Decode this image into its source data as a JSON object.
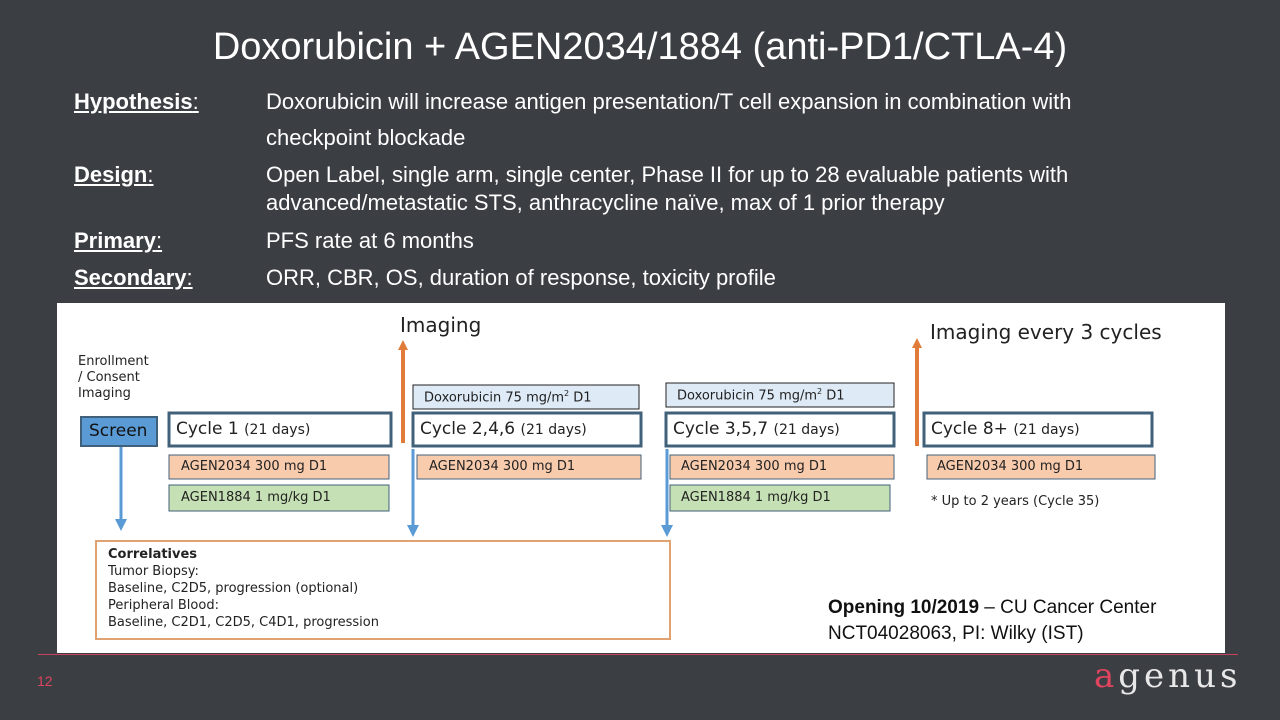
{
  "title": "Doxorubicin + AGEN2034/1884 (anti-PD1/CTLA-4)",
  "info": {
    "hypothesis": {
      "label": "Hypothesis",
      "colon": ":",
      "line1": "Doxorubicin will increase antigen presentation/T cell expansion in combination with",
      "line2": "checkpoint blockade"
    },
    "design": {
      "label": "Design",
      "colon": ":",
      "line1": "Open Label, single arm, single center, Phase II for up to 28 evaluable patients with",
      "line2": "advanced/metastatic STS, anthracycline naïve, max of 1 prior therapy"
    },
    "primary": {
      "label": "Primary",
      "colon": ":",
      "value": "PFS rate at 6 months"
    },
    "secondary": {
      "label": "Secondary",
      "colon": ":",
      "value": "ORR, CBR, OS, duration of response, toxicity profile"
    }
  },
  "diagram": {
    "imaging_label": "Imaging",
    "imaging_every_label": "Imaging every 3 cycles",
    "enrollment": [
      "Enrollment",
      "/ Consent",
      "Imaging"
    ],
    "screen": "Screen",
    "cycles": [
      {
        "name": "Cycle 1",
        "days": "(21 days)",
        "agen2034": "AGEN2034 300 mg D1",
        "agen1884": "AGEN1884 1 mg/kg D1"
      },
      {
        "name": "Cycle 2,4,6",
        "days": "(21 days)",
        "doxo": "Doxorubicin 75 mg/m",
        "doxo_sup": "2",
        "doxo_day": " D1",
        "agen2034": "AGEN2034 300 mg D1"
      },
      {
        "name": "Cycle 3,5,7",
        "days": "(21 days)",
        "doxo": "Doxorubicin 75 mg/m",
        "doxo_sup": "2",
        "doxo_day": " D1",
        "agen2034": "AGEN2034 300 mg D1",
        "agen1884": "AGEN1884 1 mg/kg D1"
      },
      {
        "name": "Cycle 8+",
        "days": "(21 days)",
        "agen2034": "AGEN2034 300 mg D1"
      }
    ],
    "footnote": "* Up to 2 years (Cycle 35)",
    "correlatives": {
      "title": "Correlatives",
      "lines": [
        "Tumor Biopsy:",
        "Baseline, C2D5, progression (optional)",
        "Peripheral Blood:",
        "Baseline, C2D1, C2D5, C4D1, progression"
      ]
    },
    "opening": {
      "bold": "Opening 10/2019",
      "rest": " – CU Cancer Center",
      "line2": "NCT04028063, PI: Wilky (IST)"
    }
  },
  "page_number": "12",
  "brand": {
    "first": "a",
    "rest": "genus"
  },
  "colors": {
    "background": "#3b3e43",
    "accent": "#e0445e",
    "orange": "#e07b39",
    "blue": "#5b9bd5",
    "peach": "#f8cbad",
    "green": "#c5e0b4",
    "light_blue": "#deebf7",
    "box_border": "#41607a"
  }
}
